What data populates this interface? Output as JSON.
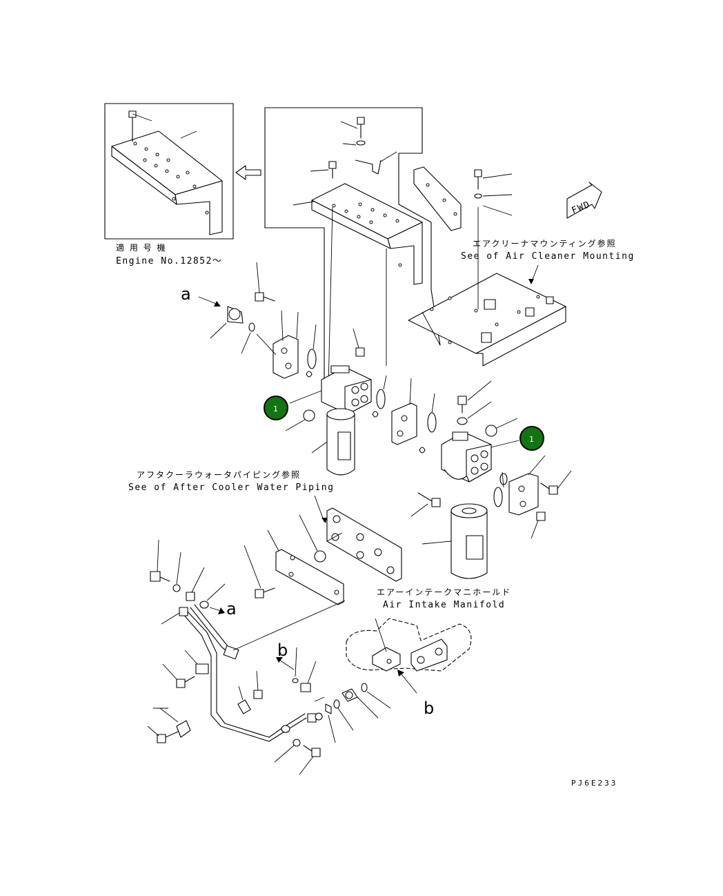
{
  "labels": {
    "engine_note_jp": "適 用 号 機",
    "engine_note_en": "Engine No.12852～",
    "air_cleaner_jp": "エアクリーナマウンティング参照",
    "air_cleaner_en": "See of Air Cleaner Mounting",
    "after_cooler_jp": "アフタクーラウォータパイピング参照",
    "after_cooler_en": "See of After Cooler Water Piping",
    "air_intake_jp": "エアーインテークマニホールド",
    "air_intake_en": "Air Intake Manifold",
    "fwd": "FWD",
    "drawing_code": "PJ6E233"
  },
  "view_letters": {
    "a1": "a",
    "a2": "a",
    "b1": "b",
    "b2": "b"
  },
  "markers": [
    {
      "label": "1"
    },
    {
      "label": "1"
    }
  ],
  "colors": {
    "marker_fill": "#127512",
    "line": "#000000"
  }
}
